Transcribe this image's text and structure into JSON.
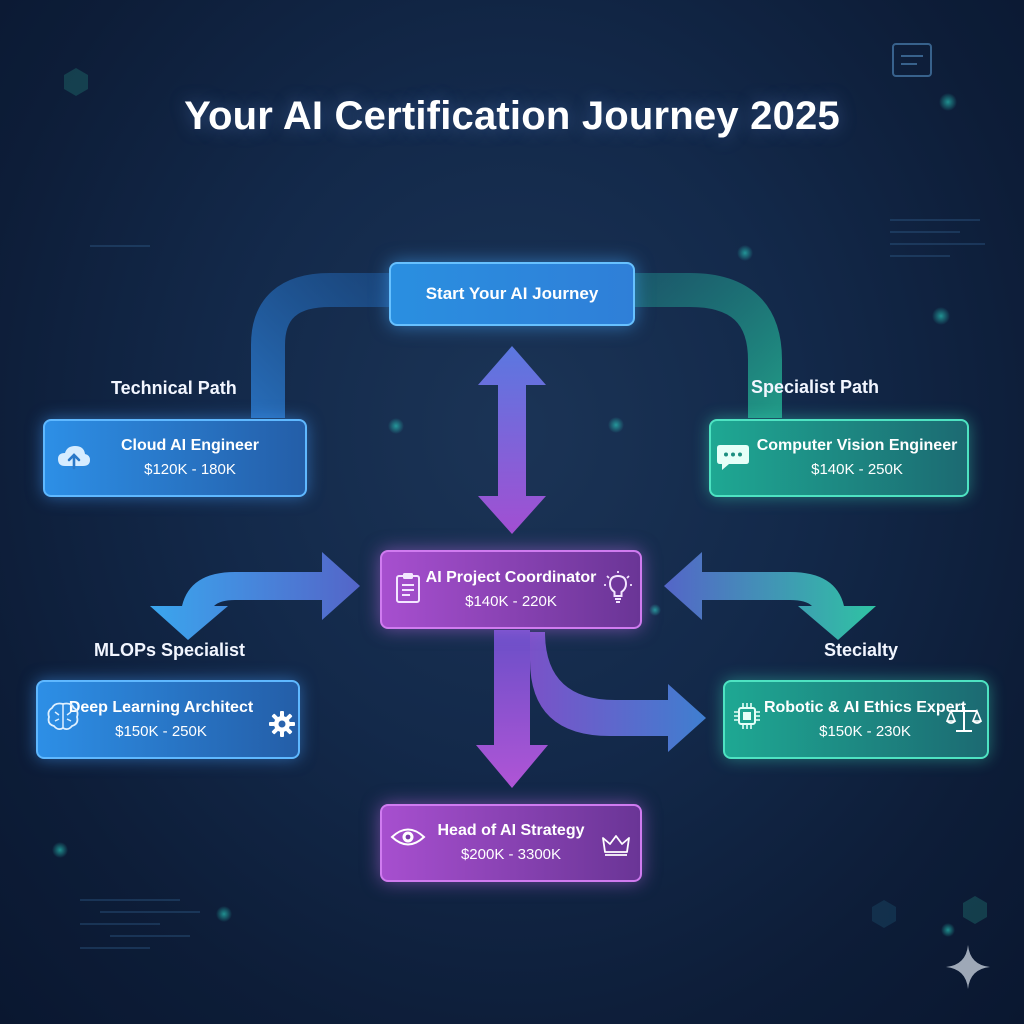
{
  "title": "Your AI Certification Journey 2025",
  "labels": {
    "technical_path": "Technical Path",
    "specialist_path": "Specialist Path",
    "mlops": "MLOPs Specialist",
    "specialty": "Stecialty"
  },
  "nodes": {
    "start": {
      "label": "Start Your AI Journey"
    },
    "cloud": {
      "role": "Cloud AI Engineer",
      "salary": "$120K - 180K",
      "icon": "cloud-upload-icon"
    },
    "vision": {
      "role": "Computer Vision Engineer",
      "salary": "$140K - 250K",
      "icon": "chat-bubble-icon"
    },
    "coordinator": {
      "role": "AI Project Coordinator",
      "salary": "$140K - 220K",
      "icons": [
        "clipboard-icon",
        "lightbulb-icon"
      ]
    },
    "deep_learning": {
      "role": "Deep Learning Architect",
      "salary": "$150K - 250K",
      "icons": [
        "brain-icon",
        "gear-icon"
      ]
    },
    "robotic": {
      "role": "Robotic & AI Ethics Expert",
      "salary": "$150K - 230K",
      "icons": [
        "chip-icon",
        "scales-icon"
      ]
    },
    "head": {
      "role": "Head of AI Strategy",
      "salary": "$200K - 3300K",
      "icons": [
        "eye-icon",
        "crown-icon"
      ]
    }
  },
  "colors": {
    "blue": "#2d8fe6",
    "teal": "#1ea893",
    "purple": "#a74fcf",
    "background": "#13294a"
  }
}
